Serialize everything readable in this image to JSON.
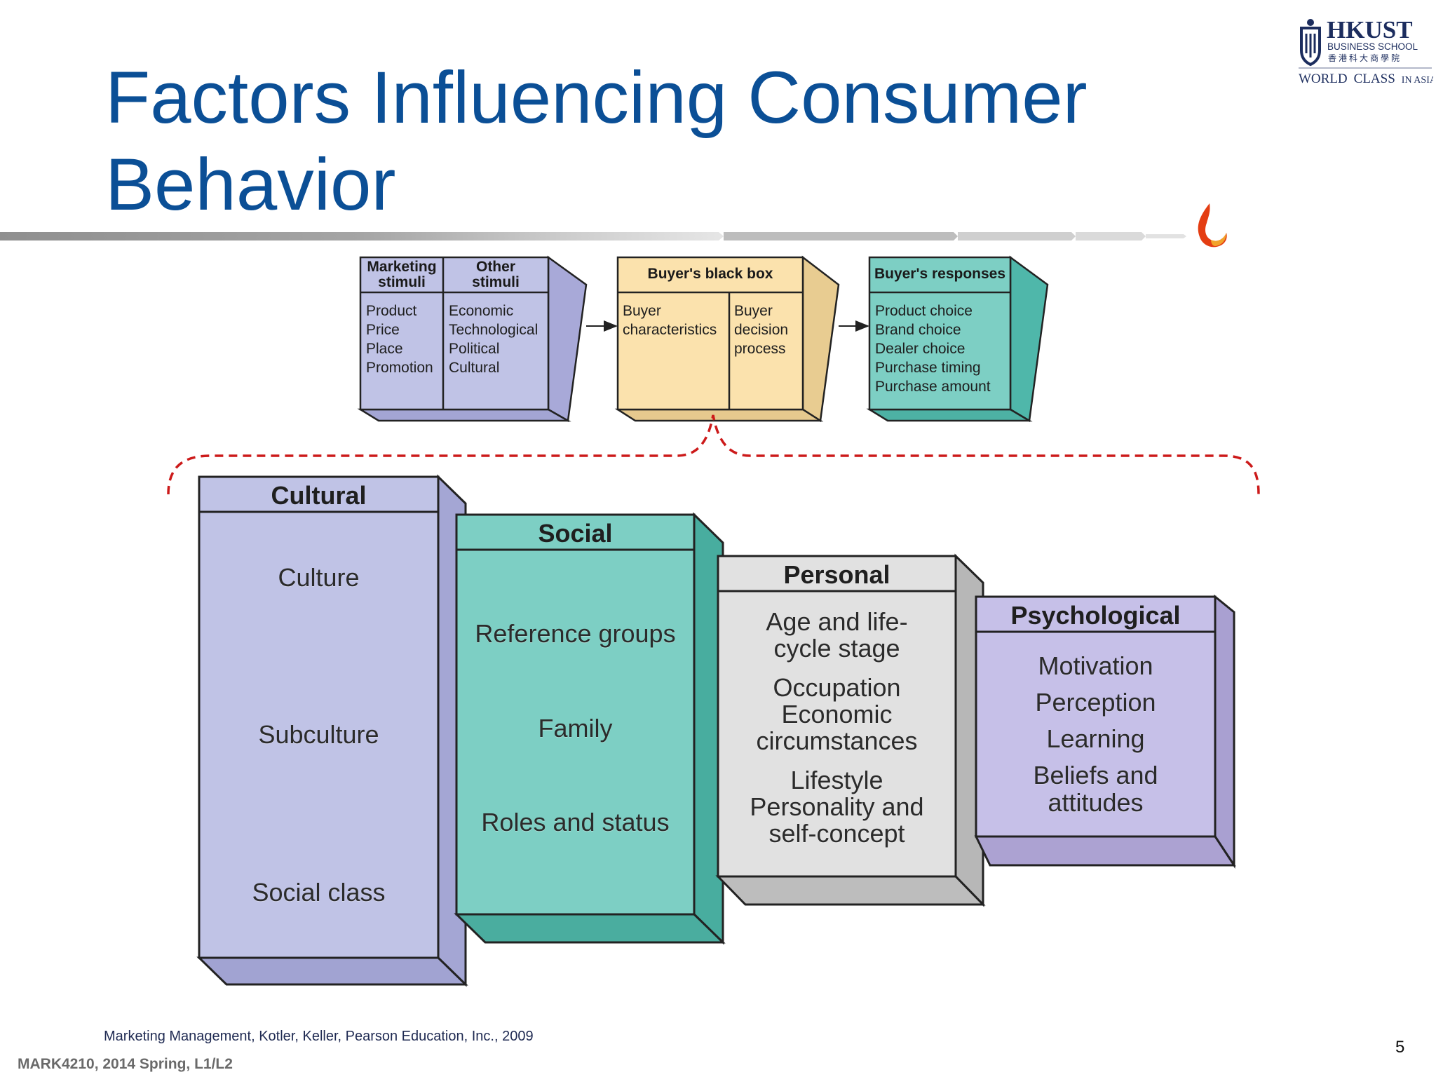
{
  "slide": {
    "title": "Factors Influencing Consumer Behavior",
    "citation": "Marketing Management, Kotler, Keller, Pearson Education, Inc., 2009",
    "course": "MARK4210, 2014 Spring, L1/L2",
    "page_number": "5"
  },
  "logo": {
    "name": "HKUST",
    "line1": "BUSINESS SCHOOL",
    "line2": "香 港 科 大 商 學 院",
    "tagline_world": "WORLD",
    "tagline_class": "CLASS",
    "tagline_rest": "IN ASIA"
  },
  "model": {
    "marketing_stimuli": {
      "heading": "Marketing stimuli",
      "items": [
        "Product",
        "Price",
        "Place",
        "Promotion"
      ]
    },
    "other_stimuli": {
      "heading": "Other stimuli",
      "items": [
        "Economic",
        "Technological",
        "Political",
        "Cultural"
      ]
    },
    "black_box": {
      "heading": "Buyer's black box",
      "col1": [
        "Buyer",
        "characteristics"
      ],
      "col2": [
        "Buyer",
        "decision",
        "process"
      ]
    },
    "responses": {
      "heading": "Buyer's responses",
      "items": [
        "Product choice",
        "Brand choice",
        "Dealer choice",
        "Purchase timing",
        "Purchase amount"
      ]
    }
  },
  "factors": {
    "cultural": {
      "heading": "Cultural",
      "items": [
        "Culture",
        "Subculture",
        "Social class"
      ]
    },
    "social": {
      "heading": "Social",
      "items": [
        "Reference groups",
        "Family",
        "Roles and status"
      ]
    },
    "personal": {
      "heading": "Personal",
      "items": [
        "Age and life-",
        "cycle stage",
        "Occupation",
        "Economic",
        "circumstances",
        "Lifestyle",
        "Personality and",
        "self-concept"
      ]
    },
    "psychological": {
      "heading": "Psychological",
      "items": [
        "Motivation",
        "Perception",
        "Learning",
        "Beliefs and",
        "attitudes"
      ]
    }
  },
  "colors": {
    "title_blue": "#0b4f96",
    "lavender": "#c0c3e6",
    "teal": "#7dcfc4",
    "grey_box": "#e1e1e1",
    "purple": "#c6c0e8",
    "peach": "#fbe2ad",
    "brace_red": "#cc1a1a"
  }
}
